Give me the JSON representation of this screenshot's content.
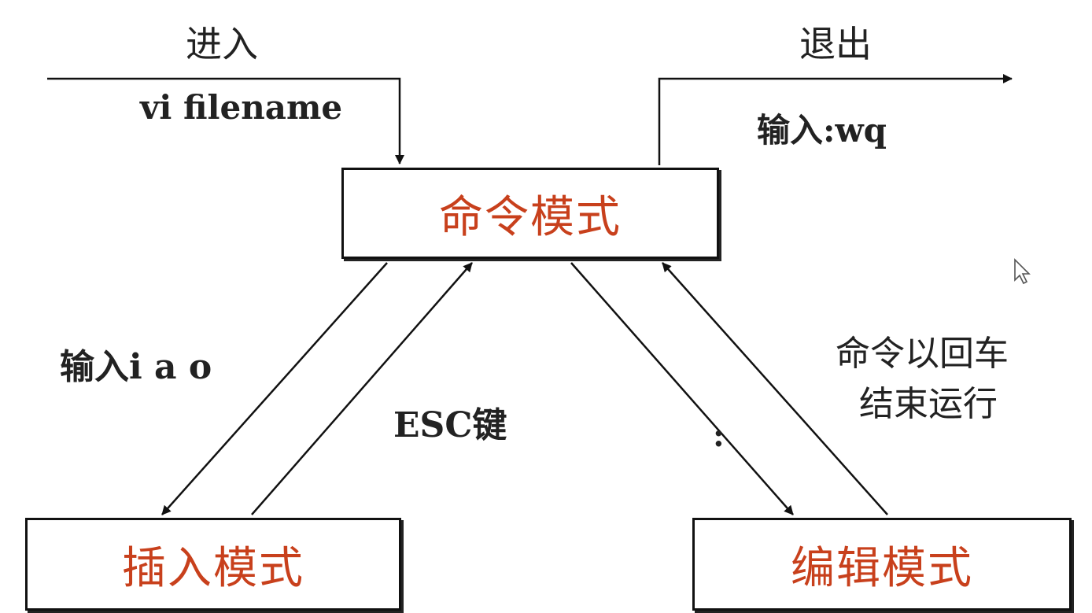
{
  "nodes": {
    "command_mode": "命令模式",
    "insert_mode": "插入模式",
    "edit_mode": "编辑模式"
  },
  "labels": {
    "enter": "进入",
    "vi_filename": "vi filename",
    "exit": "退出",
    "input_wq": "输入:wq",
    "input_iao": "输入i a o",
    "esc_key": "ESC键",
    "command_note_line1": "命令以回车",
    "command_note_line2": "结束运行",
    "colon": ":"
  },
  "colors": {
    "node_text": "#c8401c",
    "label_text": "#222222",
    "line": "#111111"
  },
  "icons": {
    "cursor": "mouse-pointer-icon"
  }
}
